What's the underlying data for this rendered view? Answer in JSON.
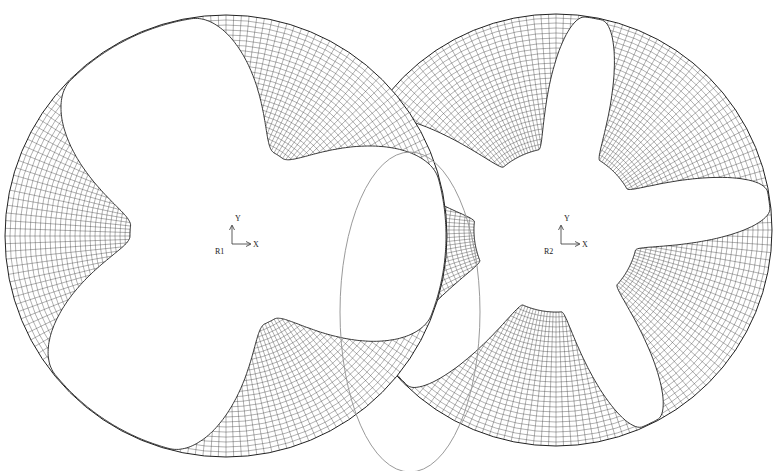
{
  "diagram": {
    "labels": [
      "Y",
      "R1",
      "X",
      "Y",
      "R2",
      "X"
    ]
  }
}
